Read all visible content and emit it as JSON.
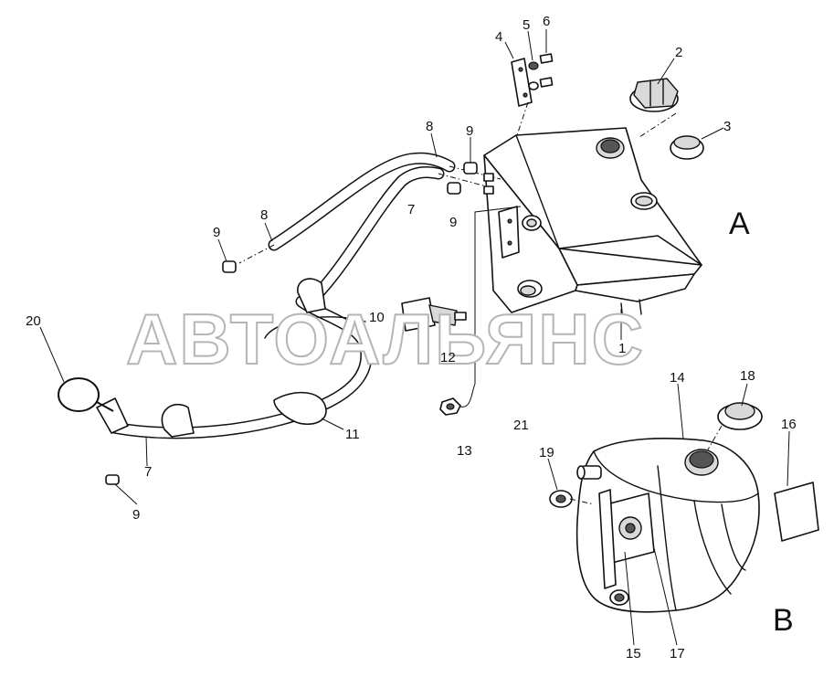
{
  "callouts": [
    {
      "id": "c1",
      "text": "1"
    },
    {
      "id": "c2",
      "text": "2"
    },
    {
      "id": "c3",
      "text": "3"
    },
    {
      "id": "c4",
      "text": "4"
    },
    {
      "id": "c5",
      "text": "5"
    },
    {
      "id": "c6",
      "text": "6"
    },
    {
      "id": "c7a",
      "text": "7"
    },
    {
      "id": "c7b",
      "text": "7"
    },
    {
      "id": "c8a",
      "text": "8"
    },
    {
      "id": "c8b",
      "text": "8"
    },
    {
      "id": "c9a",
      "text": "9"
    },
    {
      "id": "c9b",
      "text": "9"
    },
    {
      "id": "c9c",
      "text": "9"
    },
    {
      "id": "c9d",
      "text": "9"
    },
    {
      "id": "c10",
      "text": "10"
    },
    {
      "id": "c11",
      "text": "11"
    },
    {
      "id": "c12",
      "text": "12"
    },
    {
      "id": "c13",
      "text": "13"
    },
    {
      "id": "c14",
      "text": "14"
    },
    {
      "id": "c15",
      "text": "15"
    },
    {
      "id": "c16",
      "text": "16"
    },
    {
      "id": "c17",
      "text": "17"
    },
    {
      "id": "c18",
      "text": "18"
    },
    {
      "id": "c19",
      "text": "19"
    },
    {
      "id": "c20",
      "text": "20"
    },
    {
      "id": "c21",
      "text": "21"
    }
  ],
  "variants": {
    "a": "A",
    "b": "B"
  },
  "watermark": "АВТОАЛЬЯНС"
}
